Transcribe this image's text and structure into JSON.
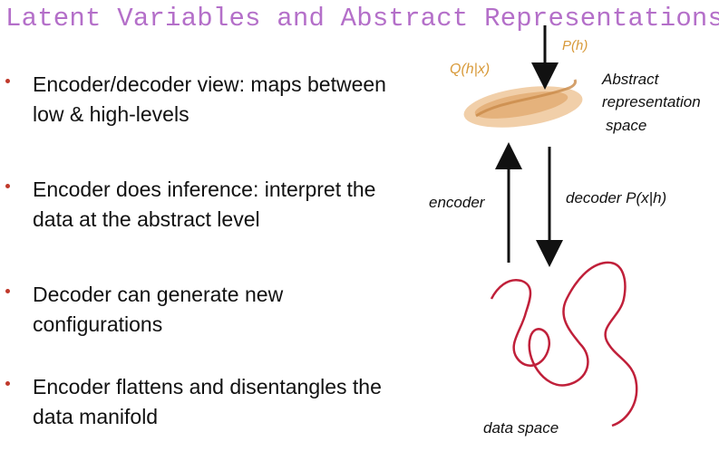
{
  "title": "Latent Variables and Abstract Representations",
  "bullets": [
    "Encoder/decoder view: maps between low & high-levels",
    "Encoder does inference: interpret the data at the abstract level",
    "Decoder can generate new configurations",
    "Encoder flattens and disentangles the data manifold"
  ],
  "diagram": {
    "prior_label": "P(h)",
    "posterior_label": "Q(h|x)",
    "space_label_line1": "Abstract",
    "space_label_line2": "representation",
    "space_label_line3": "space",
    "encoder_label": "encoder",
    "decoder_label": "decoder P(x|h)",
    "data_space_label": "data space"
  },
  "colors": {
    "title": "#b46fc9",
    "bullet_dot": "#c0392b",
    "manifold_curve": "#c0203a",
    "abstract_blob": "#e8b98a",
    "orange_label": "#d89a3a"
  }
}
